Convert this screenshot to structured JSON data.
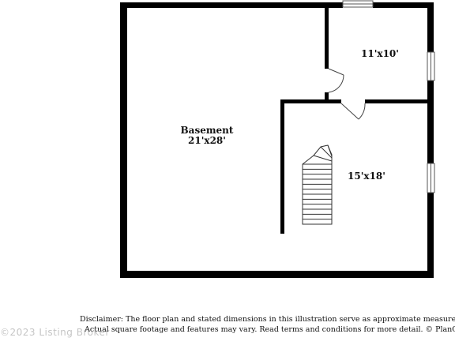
{
  "rooms": {
    "basement": {
      "name": "Basement",
      "dimensions": "21'x28'"
    },
    "room_upper_right": {
      "dimensions": "11'x10'"
    },
    "room_lower_right": {
      "dimensions": "15'x18'"
    }
  },
  "disclaimer": {
    "line1": "Disclaimer: The floor plan and stated dimensions in this illustration serve as approximate measurements.",
    "line2": "Actual square footage and features may vary. Read terms and conditions for more detail. © PlanOmatic"
  },
  "watermark": {
    "text": "©2023 Listing Broker"
  },
  "colors": {
    "wall": "#000000",
    "background": "#ffffff"
  }
}
